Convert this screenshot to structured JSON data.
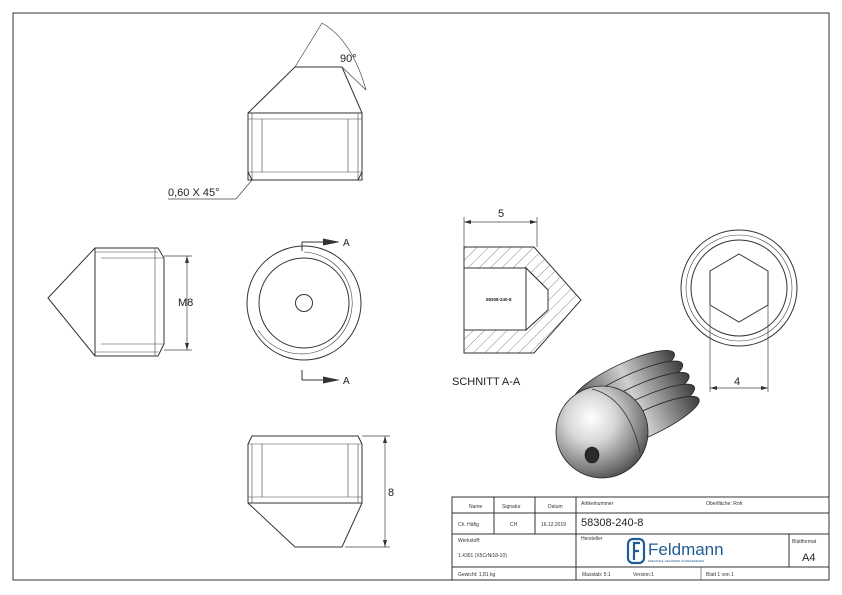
{
  "dimensions": {
    "angle": "90°",
    "chamfer": "0,60 X 45°",
    "thread": "M8",
    "length": "8",
    "section_width": "5",
    "hex_width": "4"
  },
  "section": {
    "marker_top": "A",
    "marker_bottom": "A",
    "caption": "SCHNITT A-A",
    "engraving": "58308-240-8"
  },
  "title_block": {
    "col_name": "Name",
    "col_signature": "Signatur",
    "col_date": "Datum",
    "name_value": "Ch. Häfig",
    "signature_value": "CH",
    "date_value": "16.12.2019",
    "article_label": "Artikelnummer",
    "article_number": "58308-240-8",
    "surface": "Oberfläche: Roh",
    "material_label": "Werkstoff:",
    "material_value": "1.4301 (X5CrNi18-10)",
    "manufacturer_label": "Hersteller",
    "brand_name": "Feldmann",
    "brand_tagline": "EDELSTAHL GELÄNDER SCHMIEDEEISEN",
    "format_label": "Blattformat",
    "format_value": "A4",
    "weight": "Gewicht: 1,81 kg",
    "scale": "Masstab: 5:1",
    "version": "Version:1",
    "sheet": "Blatt 1 von 1"
  },
  "colors": {
    "line": "#333333",
    "brand": "#1f5d93",
    "hatch": "#555555"
  }
}
